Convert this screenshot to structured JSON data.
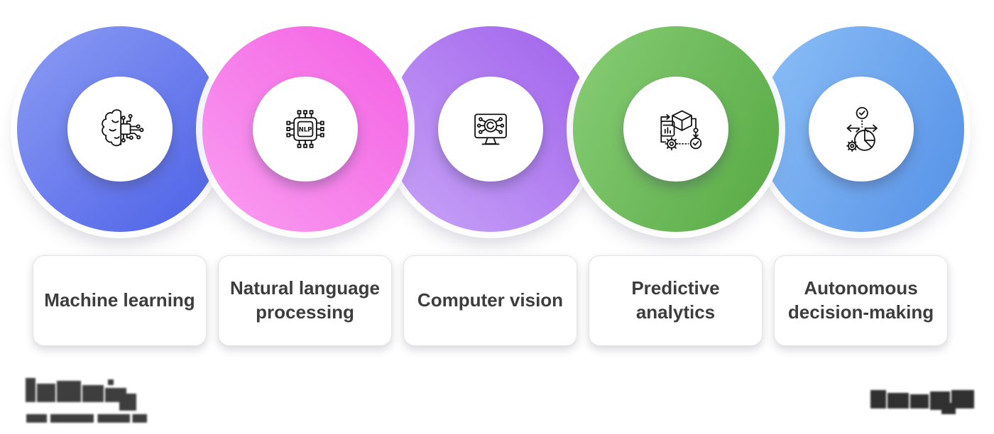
{
  "page": {
    "background": "#ffffff",
    "icon_stroke": "#141414",
    "label_color": "#3d3d3d"
  },
  "items": [
    {
      "label": "Machine learning",
      "icon": "brain-circuit-icon",
      "ring_colors": [
        "#8c9cf3",
        "#4c60e7"
      ],
      "ring_angle": "135deg"
    },
    {
      "label": "Natural language processing",
      "icon": "nlp-chip-icon",
      "chip_text": "NLP",
      "ring_colors": [
        "#fa9ef1",
        "#f35fe3"
      ],
      "ring_angle": "45deg"
    },
    {
      "label": "Computer vision",
      "icon": "vision-monitor-icon",
      "ring_colors": [
        "#c8a4f7",
        "#a061ec"
      ],
      "ring_angle": "45deg"
    },
    {
      "label": "Predictive analytics",
      "icon": "predictive-analytics-icon",
      "ring_colors": [
        "#88cd75",
        "#57a944"
      ],
      "ring_angle": "115deg"
    },
    {
      "label": "Autonomous decision-making",
      "icon": "autonomous-decision-icon",
      "ring_colors": [
        "#8cc0f7",
        "#5590e6"
      ],
      "ring_angle": "115deg"
    }
  ],
  "watermarks": {
    "bottom_left": {
      "type": "pixelated-redacted-logo",
      "parts": "wordmark + tagline",
      "color": "#3e3e3e"
    },
    "bottom_right": {
      "type": "pixelated-redacted-wordmark",
      "color": "#303030"
    }
  }
}
